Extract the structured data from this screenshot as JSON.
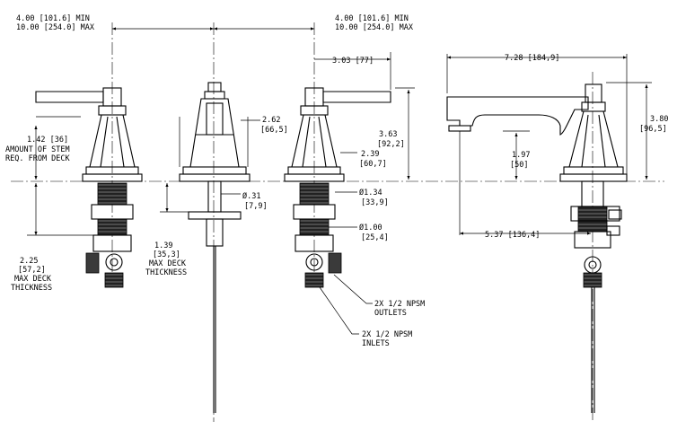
{
  "dimensions": {
    "left_spacing_line1": "4.00 [101.6] MIN",
    "left_spacing_line2": "10.00 [254.0] MAX",
    "right_spacing_line1": "4.00 [101.6] MIN",
    "right_spacing_line2": "10.00 [254.0] MAX",
    "handle_offset": "3.03 [77]",
    "body_height_line1": "2.62",
    "body_height_line2": "[66,5]",
    "handle_height_line1": "3.63",
    "handle_height_line2": "[92,2]",
    "base_dia_line1": "2.39",
    "base_dia_line2": "[60,7]",
    "stem_line1": "1.42 [36]",
    "stem_line2": "AMOUNT OF STEM",
    "stem_line3": "REQ. FROM DECK",
    "deck_left_line1": "2.25",
    "deck_left_line2": "[57,2]",
    "deck_left_line3": "MAX DECK",
    "deck_left_line4": "THICKNESS",
    "rod_dia_line1": "Ø.31",
    "rod_dia_line2": "[7,9]",
    "deck_mid_line1": "1.39",
    "deck_mid_line2": "[35,3]",
    "deck_mid_line3": "MAX DECK",
    "deck_mid_line4": "THICKNESS",
    "shank_dia_line1": "Ø1.34",
    "shank_dia_line2": "[33,9]",
    "thread_dia_line1": "Ø1.00",
    "thread_dia_line2": "[25,4]",
    "outlets_line1": "2X 1/2 NPSM",
    "outlets_line2": "OUTLETS",
    "inlets_line1": "2X 1/2 NPSM",
    "inlets_line2": "INLETS",
    "spout_reach": "7.28 [184,9]",
    "spout_height_line1": "3.80",
    "spout_height_line2": "[96,5]",
    "spout_clear_line1": "1.97",
    "spout_clear_line2": "[50]",
    "spout_to_inlet": "5.37 [136,4]"
  }
}
